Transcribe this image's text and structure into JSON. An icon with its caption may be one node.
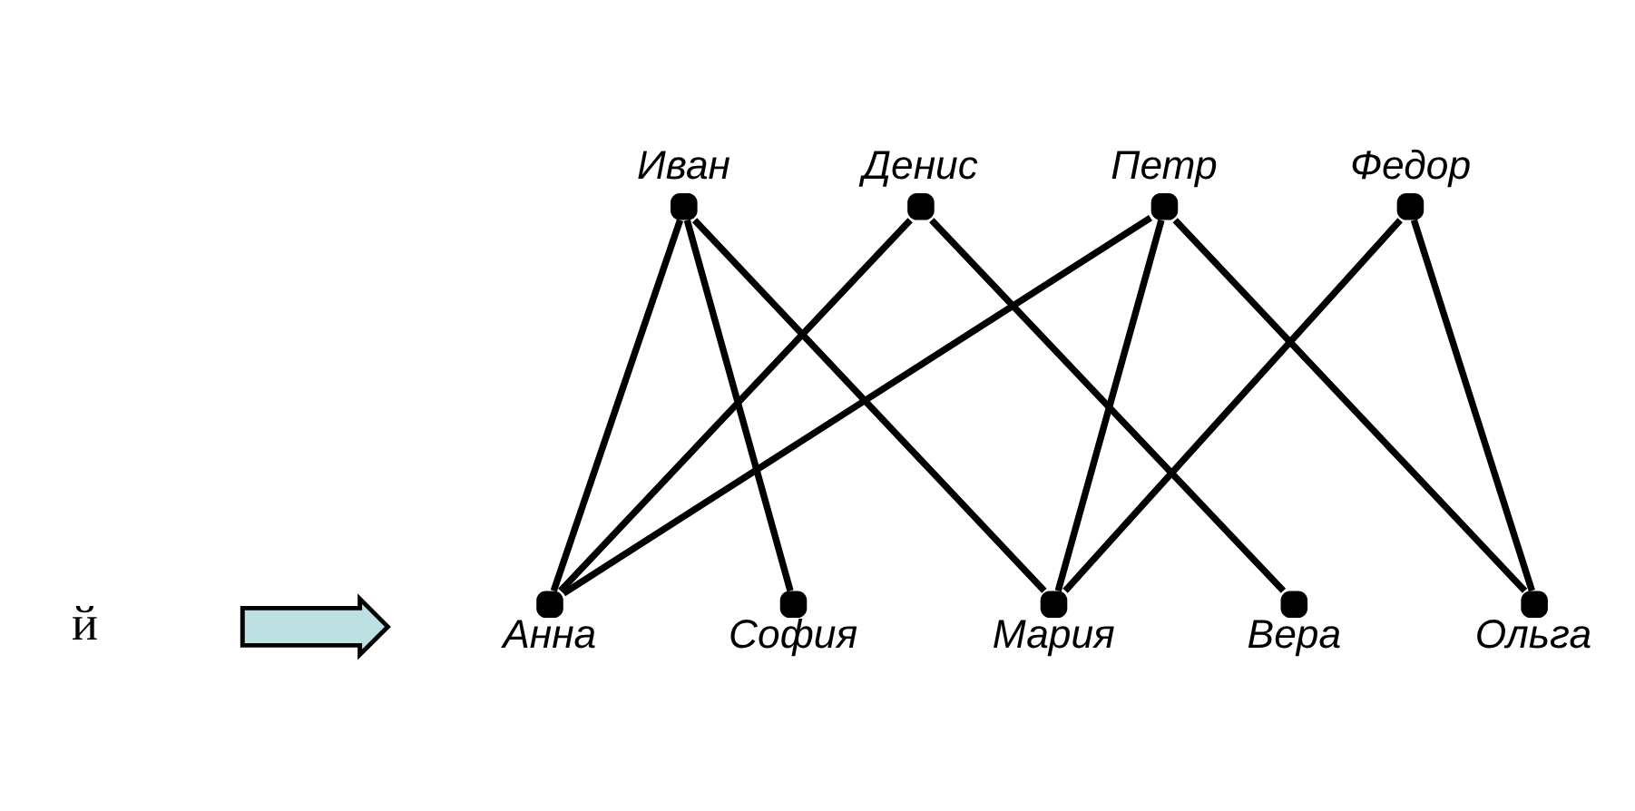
{
  "diagram": {
    "nodes": [
      {
        "text": [],
        "shape": "circle",
        "beside": [
          "Иван"
        ]
      },
      {
        "text": [],
        "shape": "circle",
        "beside": [
          "Денис"
        ]
      },
      {
        "text": [],
        "shape": "circle",
        "beside": [
          "Петр"
        ]
      },
      {
        "text": [],
        "shape": "circle",
        "beside": [
          "Федор"
        ]
      },
      {
        "text": [],
        "shape": "circle",
        "beside": [
          "Анна"
        ]
      },
      {
        "text": [],
        "shape": "circle",
        "beside": [
          "София"
        ]
      },
      {
        "text": [],
        "shape": "circle",
        "beside": [
          "Мария"
        ]
      },
      {
        "text": [],
        "shape": "circle",
        "beside": [
          "Вера"
        ]
      },
      {
        "text": [],
        "shape": "circle",
        "beside": [
          "Ольга"
        ]
      },
      {
        "text": [],
        "shape": "arrow"
      }
    ],
    "edges": [
      {
        "from": 0,
        "to": 4,
        "arrow": "none"
      },
      {
        "from": 0,
        "to": 5,
        "arrow": "none"
      },
      {
        "from": 0,
        "to": 6,
        "arrow": "none"
      },
      {
        "from": 1,
        "to": 4,
        "arrow": "none"
      },
      {
        "from": 1,
        "to": 7,
        "arrow": "none"
      },
      {
        "from": 2,
        "to": 4,
        "arrow": "none"
      },
      {
        "from": 2,
        "to": 6,
        "arrow": "none"
      },
      {
        "from": 2,
        "to": 8,
        "arrow": "none"
      },
      {
        "from": 3,
        "to": 6,
        "arrow": "none"
      },
      {
        "from": 3,
        "to": 8,
        "arrow": "none"
      }
    ],
    "labels": [
      "й"
    ]
  }
}
